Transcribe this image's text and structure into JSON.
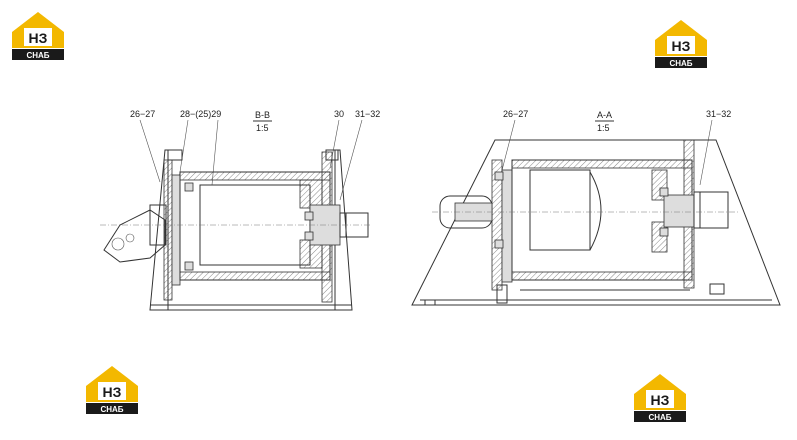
{
  "logo": {
    "mark": "НЗ",
    "word": "СНАБ",
    "colors": {
      "yellow": "#f3b800",
      "black": "#1a1a1a",
      "white": "#ffffff"
    }
  },
  "section_bb": {
    "title": "B-B",
    "scale": "1:5",
    "callouts": [
      "26−27",
      "28−(25)29",
      "30",
      "31−32"
    ]
  },
  "section_aa": {
    "title": "A-A",
    "scale": "1:5",
    "callouts": [
      "26−27",
      "31−32"
    ]
  }
}
